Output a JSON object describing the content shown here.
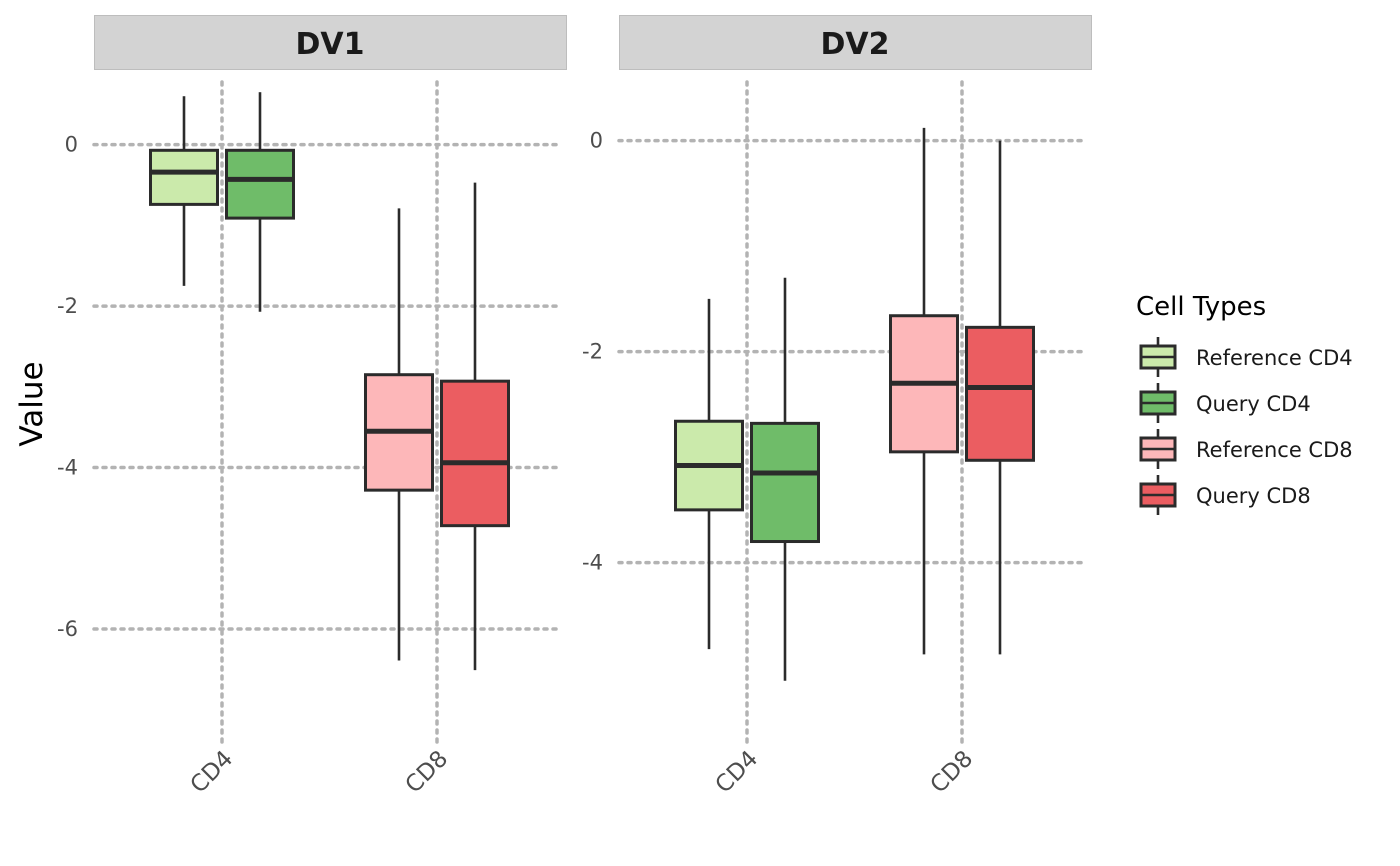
{
  "chart_data": {
    "type": "boxplot",
    "ylabel": "Value",
    "legend": {
      "title": "Cell Types",
      "position": "right",
      "entries": [
        {
          "name": "Reference CD4",
          "color": "#cbeaab"
        },
        {
          "name": "Query CD4",
          "color": "#6fbc69"
        },
        {
          "name": "Reference CD8",
          "color": "#fdb7b9"
        },
        {
          "name": "Query CD8",
          "color": "#eb5d61"
        }
      ]
    },
    "grid": true,
    "panels": [
      {
        "title": "DV1",
        "categories": [
          "CD4",
          "CD8"
        ],
        "yticks": [
          0,
          -2,
          -4,
          -6
        ],
        "ylim": [
          -7.4,
          0.9
        ],
        "boxes": [
          {
            "category": "CD4",
            "series": "Reference CD4",
            "min": -1.75,
            "q1": -0.74,
            "median": -0.34,
            "q3": -0.07,
            "max": 0.6
          },
          {
            "category": "CD4",
            "series": "Query CD4",
            "min": -2.07,
            "q1": -0.91,
            "median": -0.43,
            "q3": -0.07,
            "max": 0.65
          },
          {
            "category": "CD8",
            "series": "Reference CD8",
            "min": -6.39,
            "q1": -4.28,
            "median": -3.55,
            "q3": -2.85,
            "max": -0.79
          },
          {
            "category": "CD8",
            "series": "Query CD8",
            "min": -6.51,
            "q1": -4.72,
            "median": -3.94,
            "q3": -2.93,
            "max": -0.47
          }
        ]
      },
      {
        "title": "DV2",
        "categories": [
          "CD4",
          "CD8"
        ],
        "yticks": [
          0,
          -2,
          -4
        ],
        "ylim": [
          -5.7,
          0.65
        ],
        "boxes": [
          {
            "category": "CD4",
            "series": "Reference CD4",
            "min": -4.82,
            "q1": -3.5,
            "median": -3.08,
            "q3": -2.66,
            "max": -1.5
          },
          {
            "category": "CD4",
            "series": "Query CD4",
            "min": -5.12,
            "q1": -3.8,
            "median": -3.15,
            "q3": -2.68,
            "max": -1.3
          },
          {
            "category": "CD8",
            "series": "Reference CD8",
            "min": -4.87,
            "q1": -2.95,
            "median": -2.3,
            "q3": -1.66,
            "max": 0.12
          },
          {
            "category": "CD8",
            "series": "Query CD8",
            "min": -4.87,
            "q1": -3.03,
            "median": -2.34,
            "q3": -1.77,
            "max": 0
          }
        ]
      }
    ]
  }
}
